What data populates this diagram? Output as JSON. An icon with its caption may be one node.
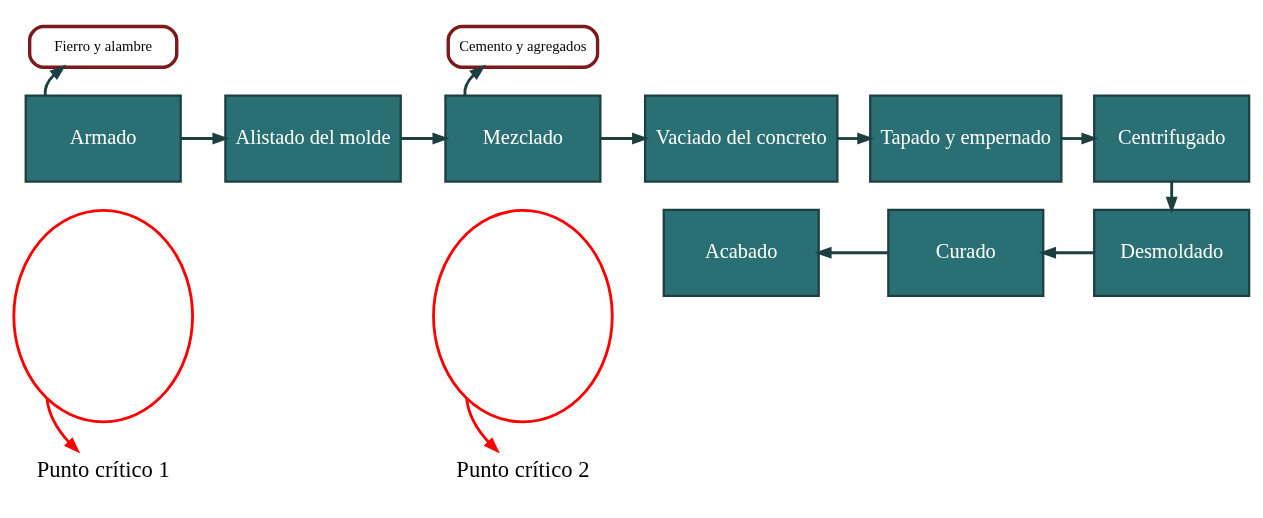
{
  "diagram": {
    "nodes": [
      {
        "text": [
          "Fierro y alambre"
        ]
      },
      {
        "text": [
          "Cemento y agregados"
        ]
      },
      {
        "text": [
          "Armado"
        ]
      },
      {
        "text": [
          "Alistado del molde"
        ]
      },
      {
        "text": [
          "Mezclado"
        ]
      },
      {
        "text": [
          "Vaciado del concreto"
        ]
      },
      {
        "text": [
          "Tapado y empernado"
        ]
      },
      {
        "text": [
          "Centrifugado"
        ]
      },
      {
        "text": [
          "Desmoldado"
        ]
      },
      {
        "text": [
          "Curado"
        ]
      },
      {
        "text": [
          "Acabado"
        ]
      },
      {
        "text": [],
        "shape": "ellipse"
      },
      {
        "text": [],
        "shape": "ellipse"
      },
      {
        "text": [
          "Punto crítico 1"
        ]
      },
      {
        "text": [
          "Punto crítico 2"
        ]
      }
    ],
    "edges": [
      {
        "from": 2,
        "to": 0,
        "arrow": "to"
      },
      {
        "from": 4,
        "to": 1,
        "arrow": "to"
      },
      {
        "from": 2,
        "to": 3,
        "arrow": "to"
      },
      {
        "from": 3,
        "to": 4,
        "arrow": "to"
      },
      {
        "from": 4,
        "to": 5,
        "arrow": "to"
      },
      {
        "from": 5,
        "to": 6,
        "arrow": "to"
      },
      {
        "from": 6,
        "to": 7,
        "arrow": "to"
      },
      {
        "from": 7,
        "to": 8,
        "arrow": "to"
      },
      {
        "from": 8,
        "to": 9,
        "arrow": "to"
      },
      {
        "from": 9,
        "to": 10,
        "arrow": "to"
      },
      {
        "from": 11,
        "to": 13,
        "arrow": "to",
        "color": "#ff0000"
      },
      {
        "from": 12,
        "to": 14,
        "arrow": "to",
        "color": "#ff0000"
      }
    ]
  }
}
